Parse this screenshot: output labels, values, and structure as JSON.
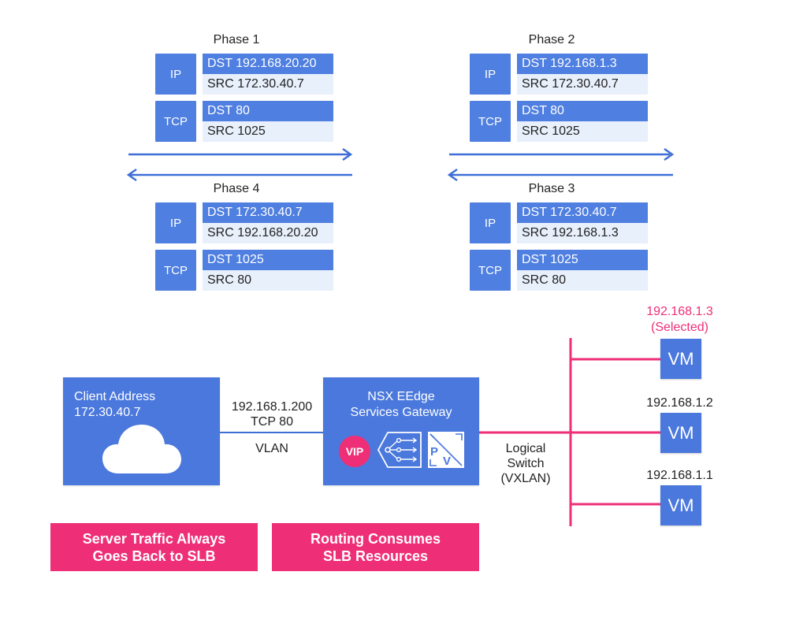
{
  "phases": [
    {
      "title": "Phase 1",
      "ip_label": "IP",
      "tcp_label": "TCP",
      "ip_dst": "DST 192.168.20.20",
      "ip_src": "SRC 172.30.40.7",
      "tcp_dst": "DST 80",
      "tcp_src": "SRC 1025"
    },
    {
      "title": "Phase 2",
      "ip_label": "IP",
      "tcp_label": "TCP",
      "ip_dst": "DST 192.168.1.3",
      "ip_src": "SRC 172.30.40.7",
      "tcp_dst": "DST 80",
      "tcp_src": "SRC 1025"
    },
    {
      "title": "Phase 4",
      "ip_label": "IP",
      "tcp_label": "TCP",
      "ip_dst": "DST 172.30.40.7",
      "ip_src": "SRC 192.168.20.20",
      "tcp_dst": "DST 1025",
      "tcp_src": "SRC 80"
    },
    {
      "title": "Phase 3",
      "ip_label": "IP",
      "tcp_label": "TCP",
      "ip_dst": "DST 172.30.40.7",
      "ip_src": "SRC 192.168.1.3",
      "tcp_dst": "DST 1025",
      "tcp_src": "SRC 80"
    }
  ],
  "client": {
    "line1": "Client Address",
    "line2": "172.30.40.7"
  },
  "vlan_link": {
    "line1": "192.168.1.200",
    "line2": "TCP 80",
    "line3": "VLAN"
  },
  "gateway": {
    "line1": "NSX EEdge",
    "line2": "Services Gateway",
    "vip": "VIP",
    "p_letter": "P",
    "v_letter": "V"
  },
  "logical_switch": {
    "line1": "Logical",
    "line2": "Switch",
    "line3": "(VXLAN)"
  },
  "vms": [
    {
      "ip": "192.168.1.3",
      "note": "(Selected)",
      "label": "VM"
    },
    {
      "ip": "192.168.1.2",
      "label": "VM"
    },
    {
      "ip": "192.168.1.1",
      "label": "VM"
    }
  ],
  "banners": [
    "Server Traffic Always\nGoes Back to SLB",
    "Routing Consumes\nSLB Resources"
  ],
  "colors": {
    "primary_blue": "#4f7fe0",
    "light_blue": "#e8f0fc",
    "accent_pink": "#ee2f77",
    "arrow_blue": "#3f6fd6"
  }
}
